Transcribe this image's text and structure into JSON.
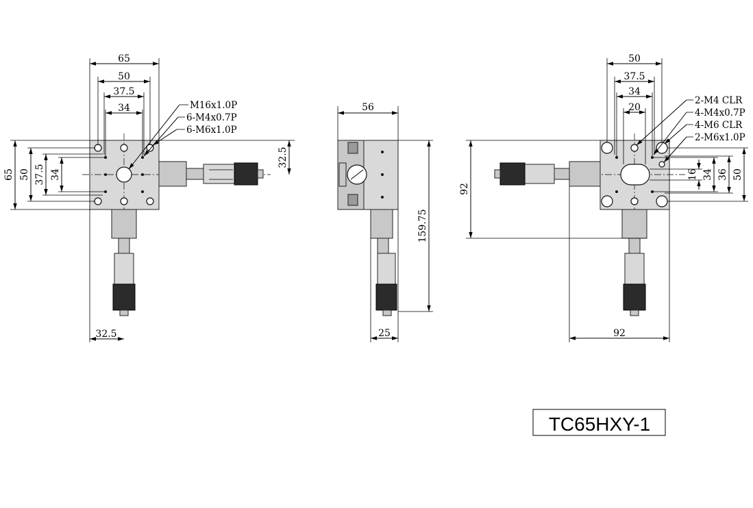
{
  "drawing": {
    "model_label": "TC65HXY-1"
  },
  "top_view": {
    "dims_horizontal": [
      "65",
      "50",
      "37.5",
      "34"
    ],
    "dims_vertical": [
      "65",
      "50",
      "37.5",
      "34"
    ],
    "offset_right": "32.5",
    "offset_bottom": "32.5",
    "callouts": [
      "M16x1.0P",
      "6-M4x0.7P",
      "6-M6x1.0P"
    ]
  },
  "side_view": {
    "width": "56",
    "height": "159.75",
    "bottom": "25"
  },
  "bottom_view": {
    "dims_horizontal": [
      "50",
      "37.5",
      "34",
      "20"
    ],
    "dims_vertical_right": [
      "16",
      "34",
      "36",
      "50"
    ],
    "height_left": "92",
    "width_bottom": "92",
    "callouts": [
      "2-M4 CLR",
      "4-M4x0.7P",
      "4-M6 CLR",
      "2-M6x1.0P"
    ]
  }
}
